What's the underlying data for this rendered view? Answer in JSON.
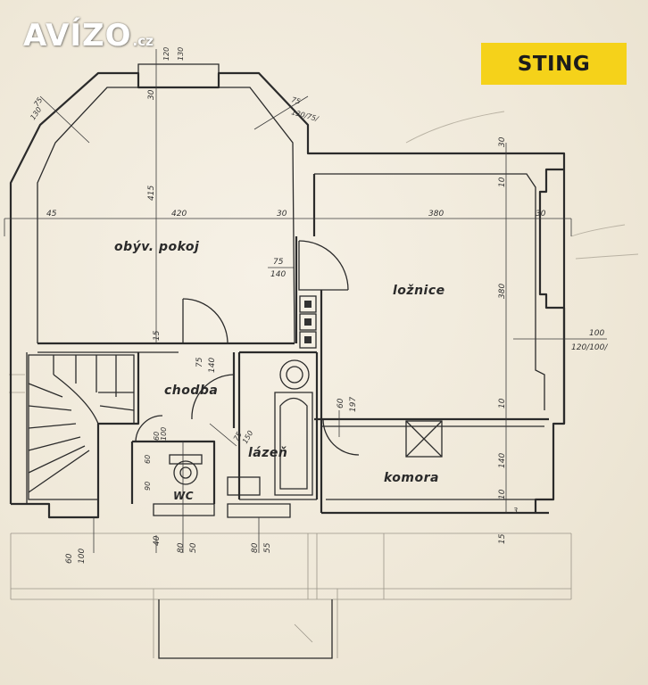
{
  "watermark": {
    "brand": "AVÍZO",
    "tld": ".cz"
  },
  "agency_badge": {
    "text": "STING",
    "bg": "#f5d21a",
    "fg": "#1c1c1c"
  },
  "rooms": {
    "living_room": "obýv. pokoj",
    "bedroom": "ložnice",
    "hallway": "chodba",
    "bathroom": "lázeň",
    "storage": "komora",
    "toilet": "WC"
  },
  "dimensions": {
    "d_45": "45",
    "d_420": "420",
    "d_30a": "30",
    "d_380h": "380",
    "d_30b": "30",
    "d_415": "415",
    "d_30c": "30",
    "d_120": "120",
    "d_130": "130",
    "d_30top": "30",
    "d_75l_top": "75",
    "d_75l_bot": "130",
    "d_75r_top": "75",
    "d_75r_bot": "130/75/",
    "d_75door_top": "75",
    "d_75door_bot": "140",
    "d_380v": "380",
    "d_10a": "10",
    "d_100_top": "100",
    "d_100_bot": "120/100/",
    "d_15": "15",
    "d_75hall_top": "75",
    "d_75hall_bot": "140",
    "d_60_top": "60",
    "d_60_bot": "197",
    "d_10b": "10",
    "d_140": "140",
    "d_10c": "10",
    "d_3": "3",
    "d_15b": "15",
    "d_60wc": "60",
    "d_90": "90",
    "d_60s_top": "60",
    "d_60s_bot": "100",
    "d_40": "40",
    "d_80_top": "80",
    "d_80_bot": "50",
    "d_80b_top": "80",
    "d_80b_bot": "55",
    "d_75bath_top": "75",
    "d_75bath_bot": "150"
  }
}
